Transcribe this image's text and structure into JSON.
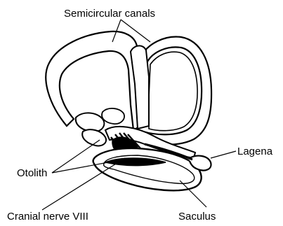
{
  "labels": {
    "semicircular_canals": "Semicircular canals",
    "lagena": "Lagena",
    "otolith": "Otolith",
    "cranial_nerve": "Cranial nerve VIII",
    "saculus": "Saculus"
  },
  "colors": {
    "ink": "#000000",
    "paper": "#ffffff"
  }
}
